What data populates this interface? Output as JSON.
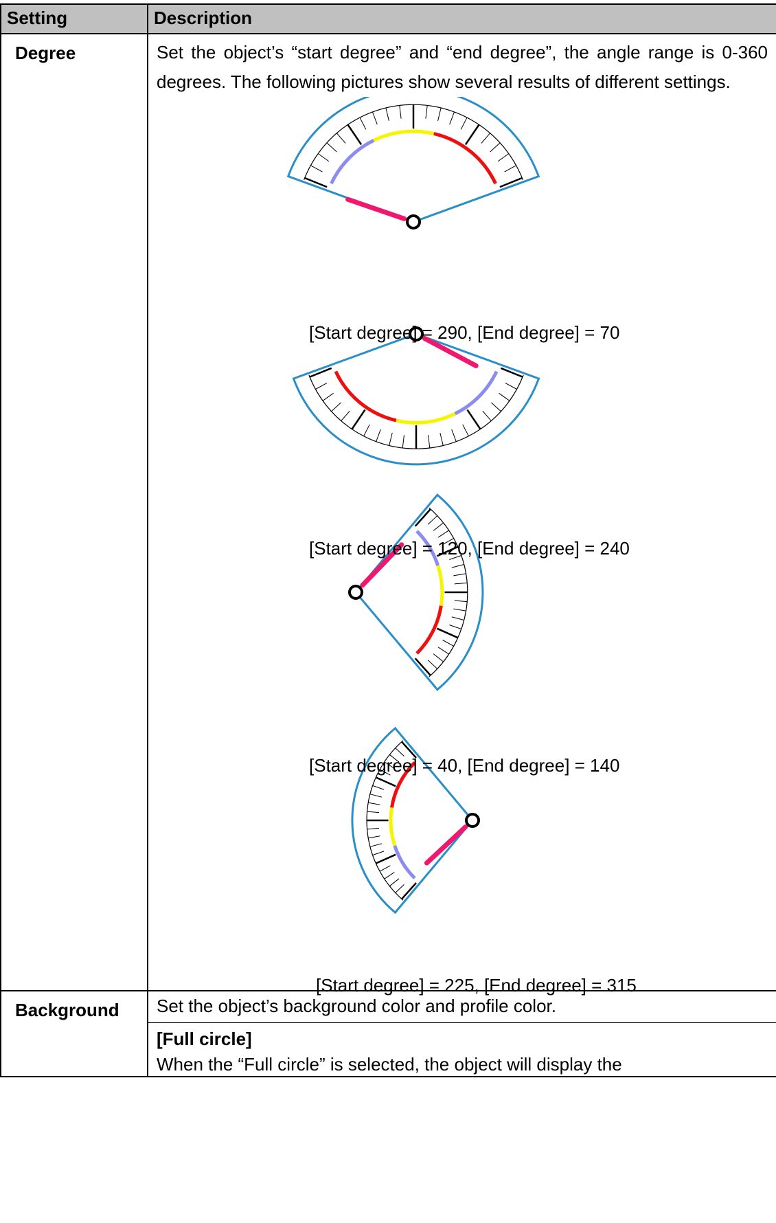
{
  "table": {
    "header_setting": "Setting",
    "header_description": "Description"
  },
  "degree": {
    "label": "Degree",
    "description": "Set the object’s “start degree” and “end degree”, the angle range is 0-360 degrees. The following pictures show several results of different settings.",
    "examples": [
      {
        "caption": "[Start degree] = 290, [End degree] = 70"
      },
      {
        "caption": "[Start degree] = 120, [End degree] = 240"
      },
      {
        "caption": "[Start degree] = 40, [End degree] = 140"
      },
      {
        "caption": "[Start degree] = 225, [End degree] = 315"
      }
    ]
  },
  "background": {
    "label": "Background",
    "description": "Set the object’s background color and profile color.",
    "full_circle_title": "[Full circle]",
    "full_circle_desc": "When the “Full circle” is selected, the object will display the"
  },
  "colors": {
    "outline": "#2a8fc8",
    "scale": "#000000",
    "needle": "#f0186e",
    "zone_low": "#8c8cf0",
    "zone_mid": "#f5f500",
    "zone_high": "#ee1010"
  }
}
